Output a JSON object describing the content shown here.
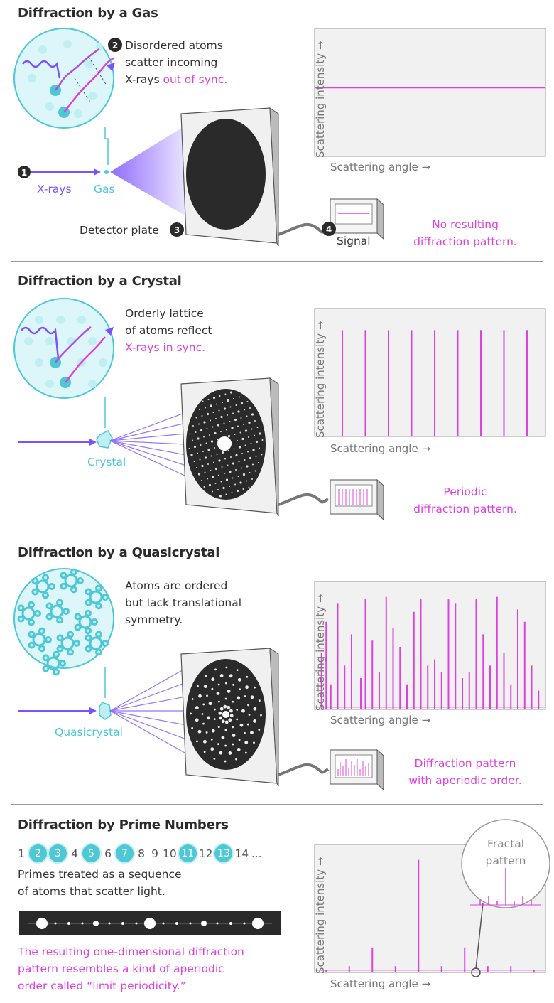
{
  "sections": {
    "gas": {
      "title": "Diffraction by a Gas",
      "step1": "1",
      "step2": "2",
      "step3": "3",
      "step4": "4",
      "desc_line1": "Disordered atoms",
      "desc_line2": "scatter incoming",
      "desc_line3_plain": "X-rays ",
      "desc_line3_pink": "out of sync.",
      "xray_label": "X-rays",
      "sample_label": "Gas",
      "detector_label": "Detector plate",
      "signal_label": "Signal",
      "result_line1": "No resulting",
      "result_line2": "diffraction pattern."
    },
    "crystal": {
      "title": "Diffraction by a Crystal",
      "desc_line1": "Orderly lattice",
      "desc_line2": "of atoms reflect",
      "desc_line3_pink": "X-rays in sync.",
      "sample_label": "Crystal",
      "result_line1": "Periodic",
      "result_line2": "diffraction pattern."
    },
    "quasicrystal": {
      "title": "Diffraction by a Quasicrystal",
      "desc_line1": "Atoms are ordered",
      "desc_line2": "but lack translational",
      "desc_line3": "symmetry.",
      "sample_label": "Quasicrystal",
      "result_line1": "Diffraction pattern",
      "result_line2": "with aperiodic order."
    },
    "primes": {
      "title": "Diffraction by Prime Numbers",
      "sequence": [
        {
          "n": "1",
          "prime": false
        },
        {
          "n": "2",
          "prime": true
        },
        {
          "n": "3",
          "prime": true
        },
        {
          "n": "4",
          "prime": false
        },
        {
          "n": "5",
          "prime": true
        },
        {
          "n": "6",
          "prime": false
        },
        {
          "n": "7",
          "prime": true
        },
        {
          "n": "8",
          "prime": false
        },
        {
          "n": "9",
          "prime": false
        },
        {
          "n": "10",
          "prime": false
        },
        {
          "n": "11",
          "prime": true
        },
        {
          "n": "12",
          "prime": false
        },
        {
          "n": "13",
          "prime": true
        },
        {
          "n": "14",
          "prime": false
        },
        {
          "n": "...",
          "prime": false
        }
      ],
      "desc_line1": "Primes treated as a sequence",
      "desc_line2": "of atoms that scatter light.",
      "result_line1": "The resulting one-dimensional diffraction",
      "result_line2": "pattern resembles a kind of aperiodic",
      "result_line3": "order called “limit periodicity.”",
      "inset_line1": "Fractal",
      "inset_line2": "pattern"
    }
  },
  "axes": {
    "y_label": "Scattering intensity →",
    "x_label": "Scattering angle →"
  },
  "colors": {
    "pink": "#e040e0",
    "cyan": "#4fc8d6",
    "purple": "#7b52ff",
    "plate": "#2a2a2a"
  },
  "chart_data": [
    {
      "type": "line",
      "name": "gas",
      "x": [
        0,
        1
      ],
      "y": [
        0.55,
        0.55
      ],
      "ylim": [
        0,
        1
      ]
    },
    {
      "type": "bar",
      "name": "crystal",
      "x": [
        0.12,
        0.22,
        0.32,
        0.42,
        0.52,
        0.62,
        0.72,
        0.82,
        0.92
      ],
      "y": [
        0.85,
        0.85,
        0.85,
        0.85,
        0.85,
        0.85,
        0.85,
        0.85,
        0.85
      ],
      "ylim": [
        0,
        1
      ]
    },
    {
      "type": "bar",
      "name": "quasicrystal",
      "x": [
        0.03,
        0.05,
        0.07,
        0.1,
        0.13,
        0.16,
        0.2,
        0.22,
        0.25,
        0.28,
        0.31,
        0.34,
        0.37,
        0.4,
        0.43,
        0.46,
        0.49,
        0.52,
        0.55,
        0.58,
        0.61,
        0.64,
        0.67,
        0.7,
        0.73,
        0.76,
        0.79,
        0.82,
        0.85,
        0.88,
        0.91,
        0.94,
        0.97
      ],
      "y": [
        0.45,
        0.7,
        0.2,
        0.85,
        0.35,
        0.6,
        0.25,
        0.88,
        0.55,
        0.3,
        0.9,
        0.65,
        0.5,
        0.2,
        0.78,
        0.88,
        0.35,
        0.4,
        0.3,
        0.88,
        0.85,
        0.25,
        0.3,
        0.88,
        0.6,
        0.35,
        0.9,
        0.45,
        0.2,
        0.8,
        0.7,
        0.35,
        0.15
      ],
      "ylim": [
        0,
        1
      ]
    },
    {
      "type": "bar",
      "name": "primes",
      "x": [
        0.05,
        0.15,
        0.25,
        0.35,
        0.45,
        0.55,
        0.65,
        0.75,
        0.85,
        0.95
      ],
      "y": [
        0.02,
        0.05,
        0.2,
        0.05,
        0.9,
        0.05,
        0.2,
        0.05,
        0.05,
        0.02
      ],
      "ylim": [
        0,
        1
      ]
    }
  ]
}
